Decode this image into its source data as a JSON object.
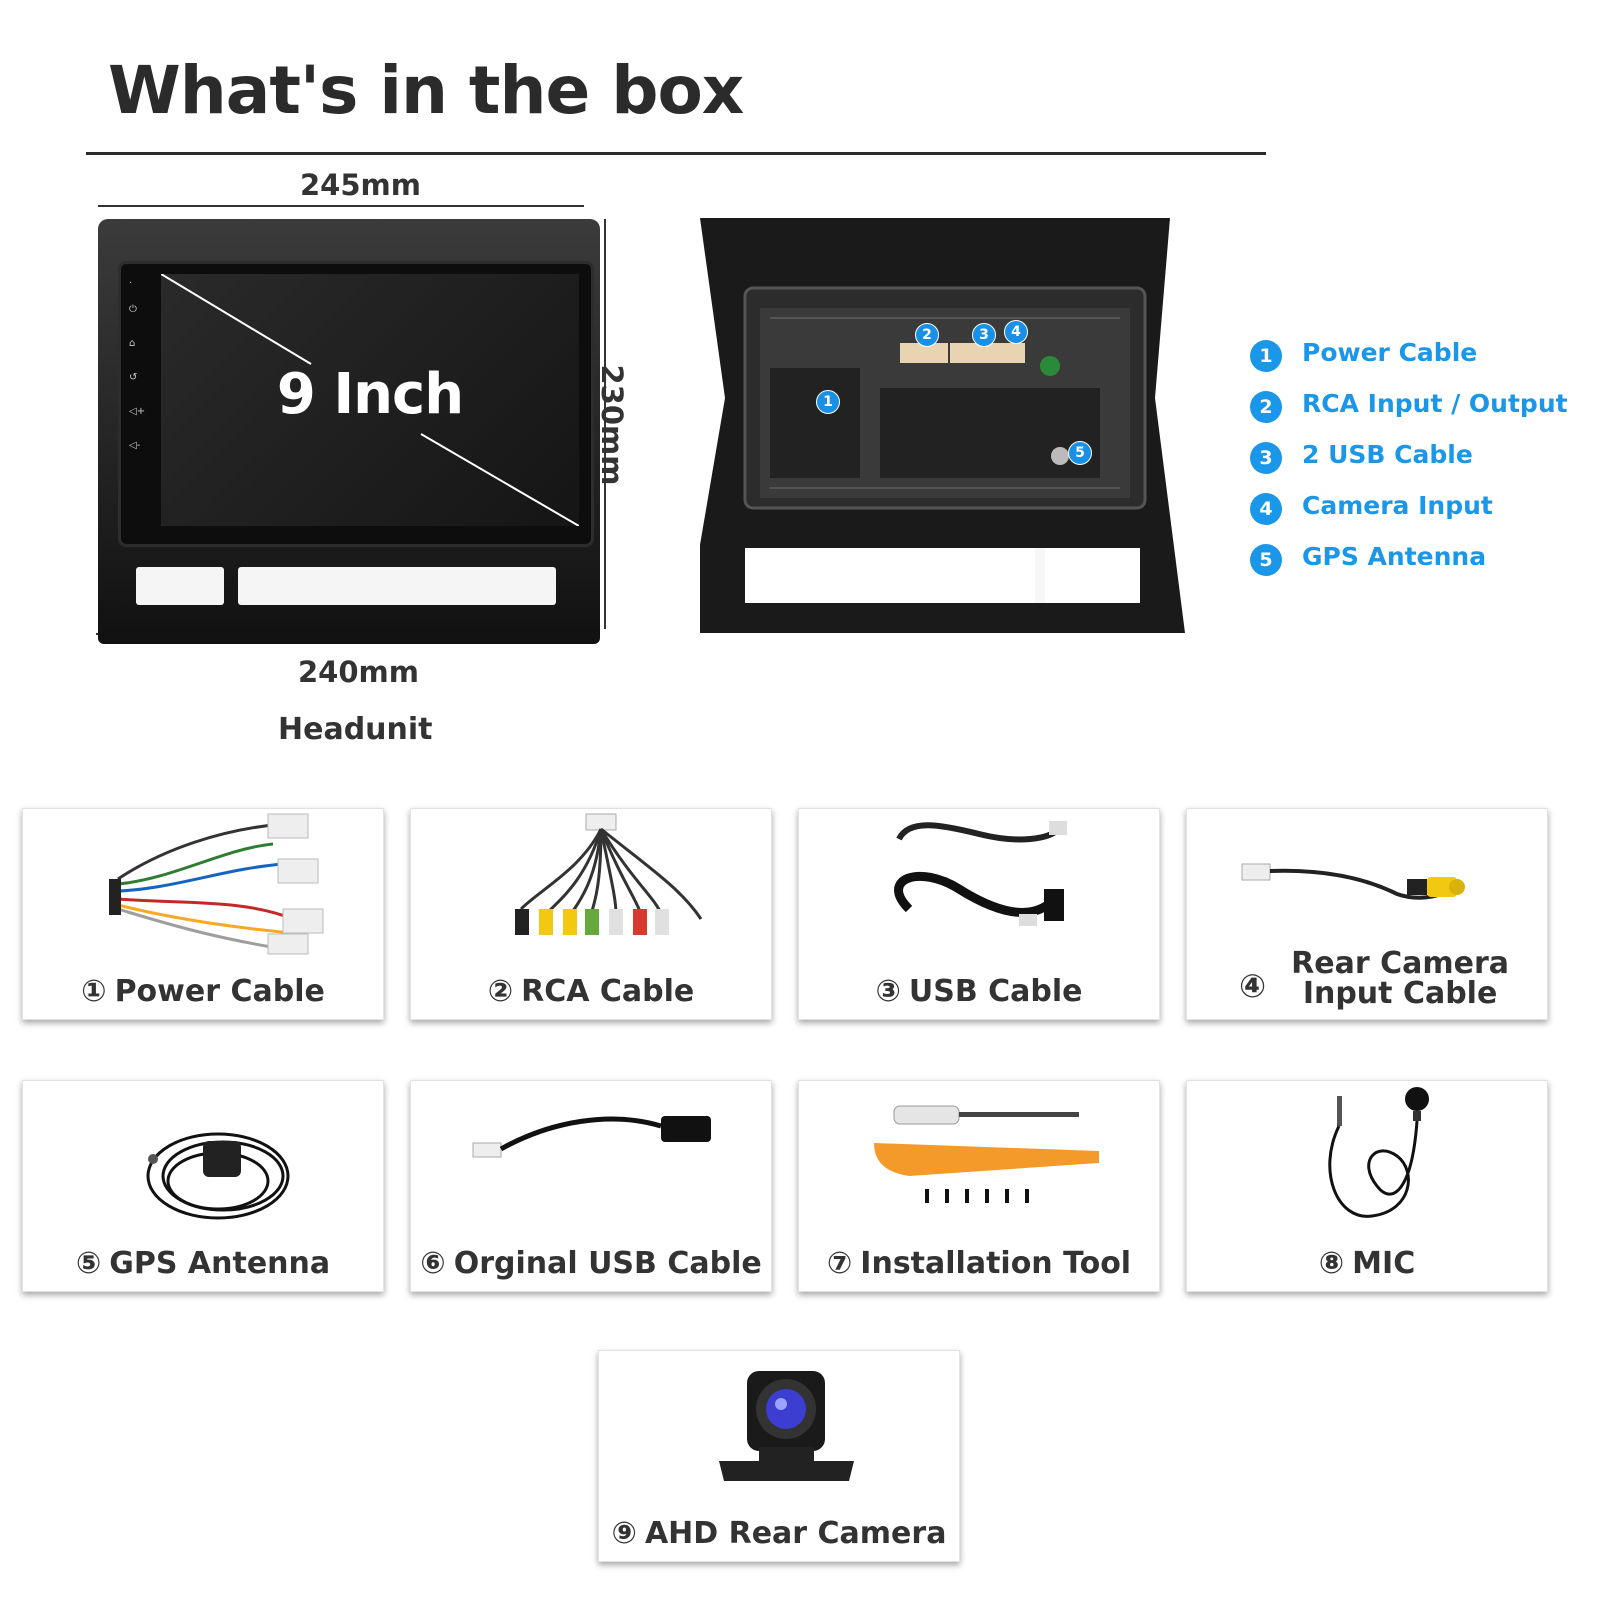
{
  "title": "What's in the box",
  "headunit": {
    "width_top": "245mm",
    "width_bottom": "240mm",
    "height": "230mm",
    "screen_label": "9 Inch",
    "label": "Headunit"
  },
  "back_markers": [
    "1",
    "2",
    "3",
    "4",
    "5"
  ],
  "legend": [
    {
      "num": "1",
      "label": "Power Cable"
    },
    {
      "num": "2",
      "label": "RCA Input / Output"
    },
    {
      "num": "3",
      "label": "2 USB Cable"
    },
    {
      "num": "4",
      "label": "Camera Input"
    },
    {
      "num": "5",
      "label": "GPS Antenna"
    }
  ],
  "items": [
    {
      "num": "①",
      "label": "Power Cable"
    },
    {
      "num": "②",
      "label": "RCA Cable"
    },
    {
      "num": "③",
      "label": "USB Cable"
    },
    {
      "num": "④",
      "label_line1": "Rear Camera",
      "label_line2": "Input Cable"
    },
    {
      "num": "⑤",
      "label": "GPS Antenna"
    },
    {
      "num": "⑥",
      "label": "Orginal USB Cable"
    },
    {
      "num": "⑦",
      "label": "Installation Tool"
    },
    {
      "num": "⑧",
      "label": "MIC"
    },
    {
      "num": "⑨",
      "label": "AHD Rear Camera"
    }
  ],
  "colors": {
    "accent": "#1a97e8",
    "text": "#2b2b2b"
  }
}
